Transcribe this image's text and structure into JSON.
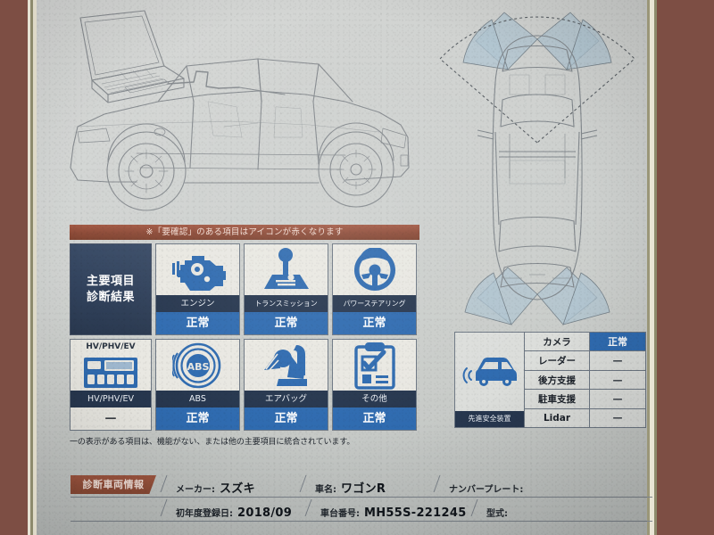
{
  "document": {
    "kind": "vehicle-diagnostic-report",
    "illustrations": {
      "side_view": "laptop-obd-connected-sedan-side-view",
      "top_view": "sedan-top-view-sensor-coverage"
    }
  },
  "diagnostics": {
    "banner": "※「要確認」のある項目はアイコンが赤くなります",
    "main_label": [
      "主要項目",
      "診断結果"
    ],
    "footnote": "一の表示がある項目は、機能がない、または他の主要項目に統合されています。",
    "items": [
      {
        "id": "engine",
        "icon": "engine-icon",
        "title": "エンジン",
        "status": "正常",
        "ok": true
      },
      {
        "id": "transmission",
        "icon": "gear-shifter-icon",
        "title": "トランスミッション",
        "status": "正常",
        "ok": true
      },
      {
        "id": "power-steering",
        "icon": "steering-wheel-icon",
        "title": "パワーステアリング",
        "status": "正常",
        "ok": true
      },
      {
        "id": "hv-phv-ev",
        "icon": "battery-module-icon",
        "title": "HV/PHV/EV",
        "status": "—",
        "ok": false,
        "pre_label": "HV/PHV/EV"
      },
      {
        "id": "abs",
        "icon": "abs-brake-icon",
        "title": "ABS",
        "status": "正常",
        "ok": true
      },
      {
        "id": "airbag",
        "icon": "airbag-seat-icon",
        "title": "エアバッグ",
        "status": "正常",
        "ok": true
      },
      {
        "id": "other",
        "icon": "clipboard-check-icon",
        "title": "その他",
        "status": "正常",
        "ok": true
      }
    ]
  },
  "safety": {
    "label": "先進安全装置",
    "icon": "car-sensor-icon",
    "rows": [
      {
        "name": "カメラ",
        "value": "正常",
        "ok": true
      },
      {
        "name": "レーダー",
        "value": "—",
        "ok": false
      },
      {
        "name": "後方支援",
        "value": "—",
        "ok": false
      },
      {
        "name": "駐車支援",
        "value": "—",
        "ok": false
      },
      {
        "name": "Lidar",
        "value": "—",
        "ok": false
      }
    ]
  },
  "vehicle_info": {
    "tag": "診断車両情報",
    "row1": [
      {
        "label": "メーカー:",
        "value": "スズキ"
      },
      {
        "label": "車名:",
        "value": "ワゴンR"
      },
      {
        "label": "ナンバープレート:",
        "value": ""
      }
    ],
    "row2": [
      {
        "label": "初年度登録日:",
        "value": "2018/09"
      },
      {
        "label": "車台番号:",
        "value": "MH55S-221245"
      },
      {
        "label": "型式:",
        "value": ""
      }
    ]
  },
  "colors": {
    "frame": "#7d4e44",
    "paper": "#cdd0ce",
    "banner_red": "#8d4b38",
    "title_navy": "#27374f",
    "status_blue": "#2f6bb0",
    "tag_rust": "#8a4a35"
  }
}
